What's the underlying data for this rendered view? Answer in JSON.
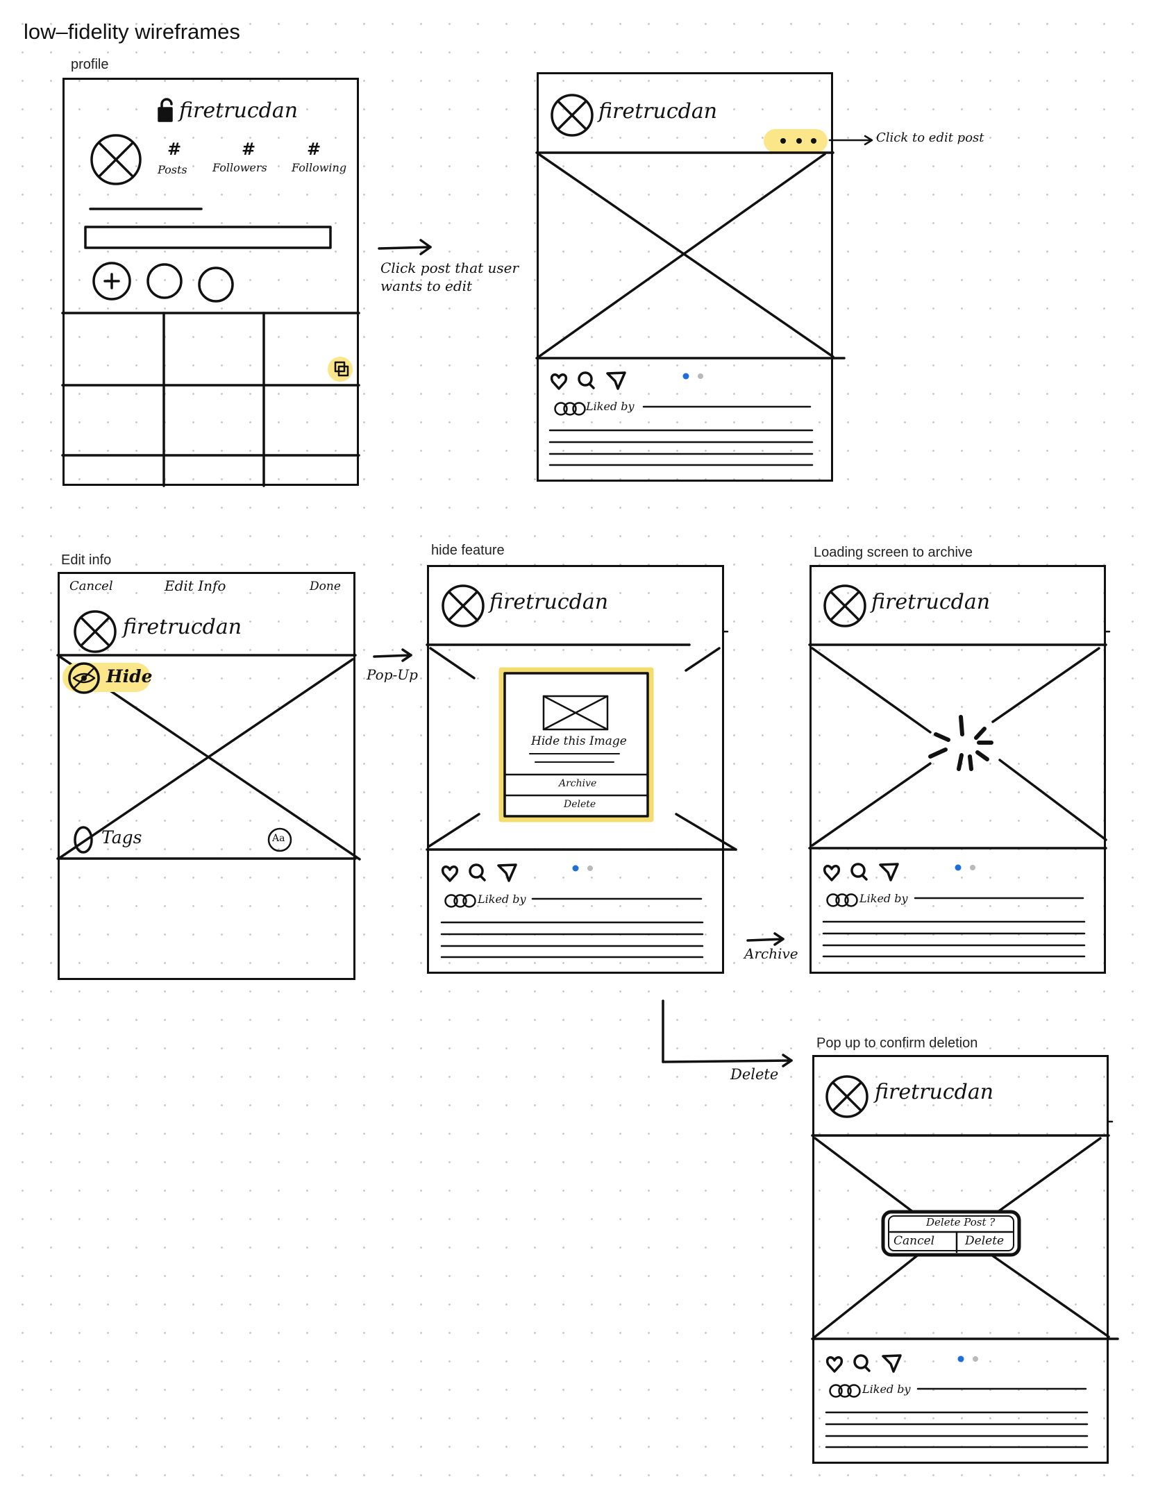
{
  "page": {
    "title": "low–fidelity wireframes"
  },
  "colors": {
    "ink": "#111111",
    "highlight": "#fbe68a",
    "carousel_active": "#1f6fd8",
    "carousel_inactive": "#b9b9b9",
    "grid_dot": "#c9c9c9"
  },
  "username": "firetrucdan",
  "screens": {
    "profile": {
      "label": "profile",
      "stats": [
        "Posts",
        "Followers",
        "Following"
      ],
      "stat_symbol": "#",
      "add_icon": "plus-icon",
      "lock_icon": "lock-icon",
      "multi_post_icon": "multiple-posts-icon"
    },
    "post": {
      "more_label": "• • •",
      "liked_by": "Liked by",
      "icons": [
        "heart-icon",
        "comment-icon",
        "send-icon"
      ]
    },
    "edit_info": {
      "label": "Edit info",
      "cancel": "Cancel",
      "heading": "Edit Info",
      "done": "Done",
      "hide": "Hide",
      "tags": "Tags",
      "text_tool": "Aa"
    },
    "hide_feature": {
      "label": "hide feature",
      "popup_title": "Hide this Image",
      "archive": "Archive",
      "delete": "Delete"
    },
    "loading": {
      "label": "Loading screen to archive"
    },
    "confirm_delete": {
      "label": "Pop up to confirm deletion",
      "question": "Delete Post ?",
      "cancel": "Cancel",
      "delete": "Delete"
    }
  },
  "annotations": {
    "click_post": [
      "Click post that user",
      "wants to edit"
    ],
    "click_edit": "Click to edit post",
    "popup": "Pop-Up",
    "archive": "Archive",
    "delete": "Delete"
  }
}
